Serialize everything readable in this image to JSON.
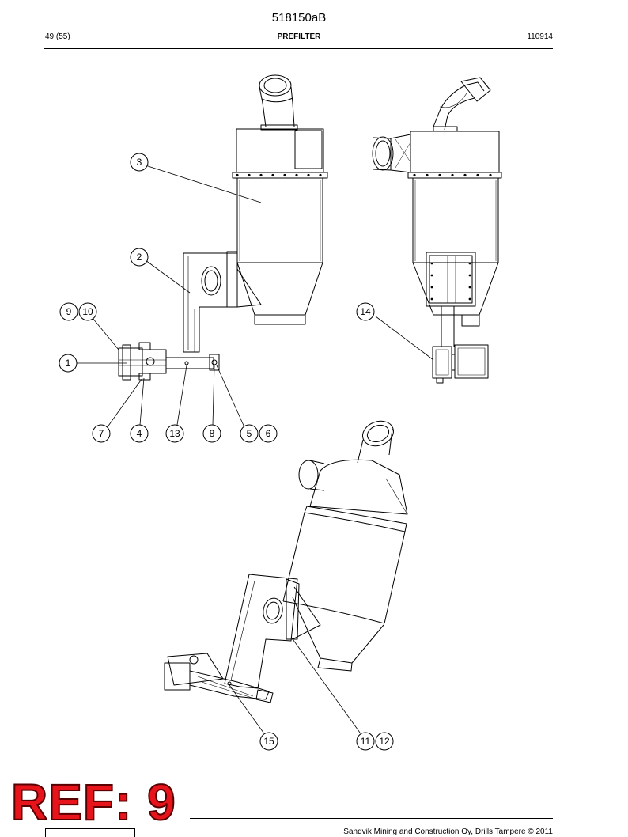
{
  "header": {
    "document_id": "518150aB",
    "page": "49 (55)",
    "title": "PREFILTER",
    "code": "110914"
  },
  "callouts": {
    "c1": "1",
    "c2": "2",
    "c3": "3",
    "c4": "4",
    "c5": "5",
    "c6": "6",
    "c7": "7",
    "c8": "8",
    "c9": "9",
    "c10": "10",
    "c11": "11",
    "c12": "12",
    "c13": "13",
    "c14": "14",
    "c15": "15"
  },
  "stamp": {
    "text": "REF: 9"
  },
  "footer": {
    "copyright": "Sandvik Mining and Construction Oy, Drills Tampere © 2011"
  }
}
